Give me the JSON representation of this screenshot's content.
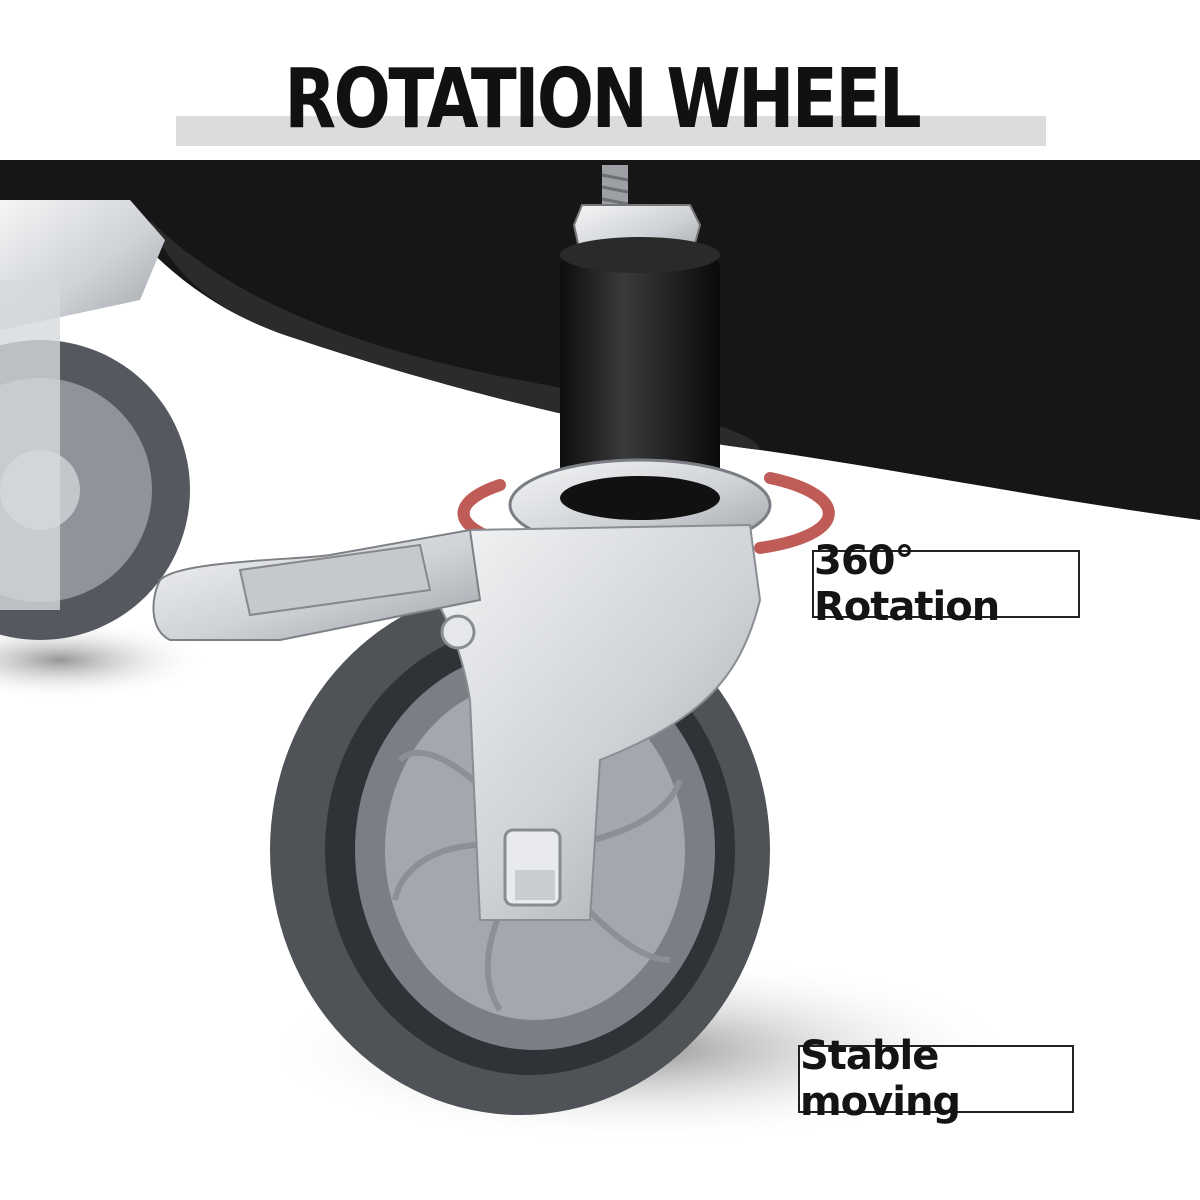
{
  "title": "ROTATION WHEEL",
  "labels": {
    "rotation": "360° Rotation",
    "stable": "Stable moving"
  },
  "colors": {
    "base": "#1a1a1a",
    "arrow": "#b94a45",
    "tire": "#5a5e64",
    "hub": "#a8acb2",
    "chrome": "#d9dce0"
  }
}
